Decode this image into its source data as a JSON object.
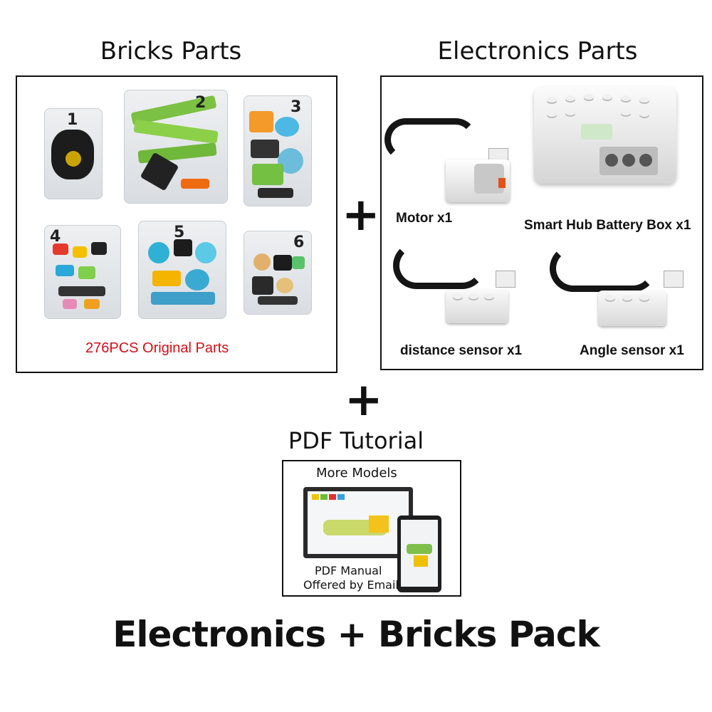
{
  "left_panel": {
    "title": "Bricks Parts",
    "caption": "276PCS Original Parts",
    "bags": [
      "1",
      "2",
      "3",
      "4",
      "5",
      "6"
    ]
  },
  "right_panel": {
    "title": "Electronics Parts",
    "items": {
      "motor": "Motor x1",
      "hub": "Smart Hub Battery Box x1",
      "distance": "distance sensor x1",
      "angle": "Angle sensor x1"
    }
  },
  "plus_sign": "+",
  "tutorial": {
    "title": "PDF Tutorial",
    "heading": "More Models",
    "footer_line1": "PDF Manual",
    "footer_line2": "Offered by Email"
  },
  "footer_title": "Electronics + Bricks Pack",
  "colors": {
    "caption_red": "#d0101a",
    "border": "#111111"
  }
}
